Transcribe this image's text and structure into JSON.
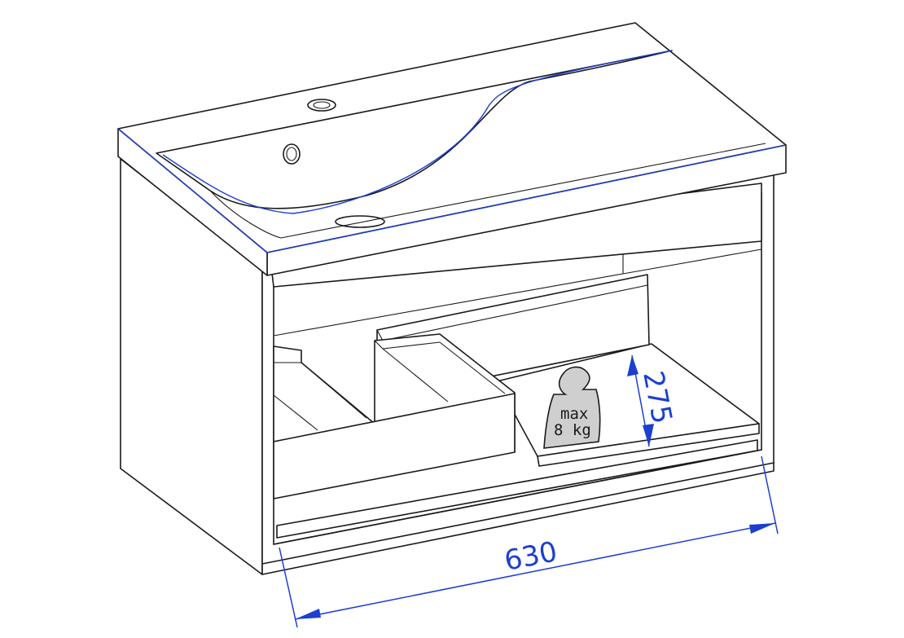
{
  "dimensions": {
    "width_value": "630",
    "height_value": "275"
  },
  "weight_badge": {
    "line1": "max",
    "line2": "8 kg",
    "fill_color": "#cfcfcf"
  },
  "colors": {
    "outline": "#1a1a1a",
    "dimension": "#1c3fd0"
  }
}
